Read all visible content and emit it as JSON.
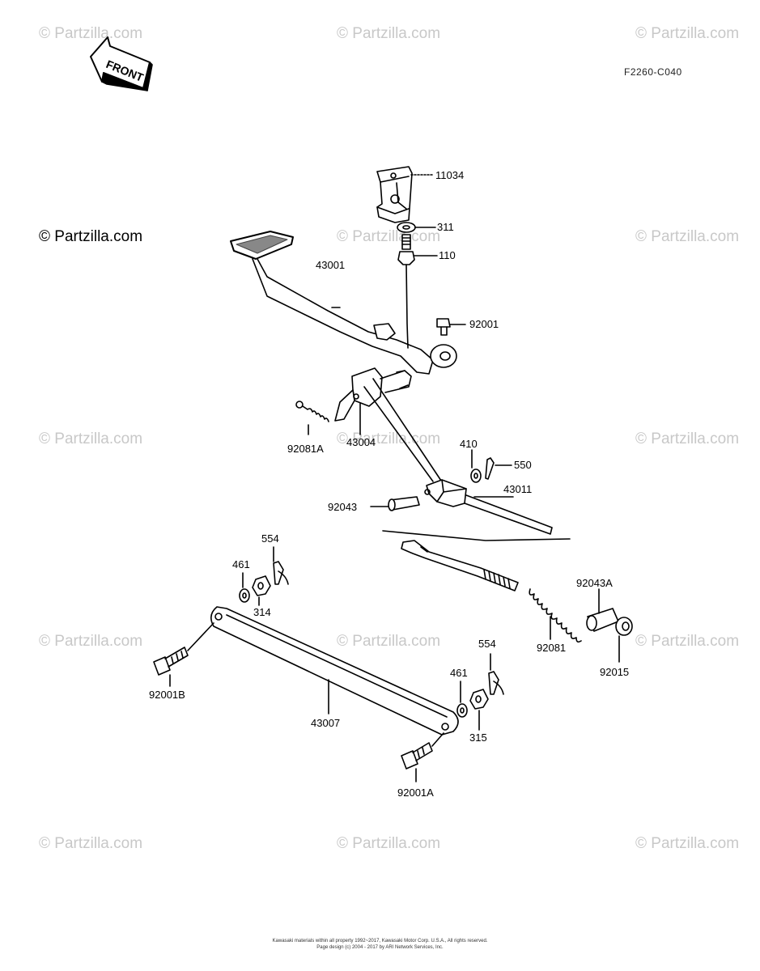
{
  "diagram_code": "F2260-C040",
  "front_label": "FRONT",
  "watermark": "© Partzilla.com",
  "watermark_main": "© Partzilla.com",
  "labels": {
    "p11034": "11034",
    "p311": "311",
    "p110": "110",
    "p43001": "43001",
    "p92001": "92001",
    "p92081A": "92081A",
    "p43004": "43004",
    "p410": "410",
    "p550": "550",
    "p43011": "43011",
    "p92043": "92043",
    "p554a": "554",
    "p461a": "461",
    "p314": "314",
    "p92043A": "92043A",
    "p92081": "92081",
    "p92015": "92015",
    "p554b": "554",
    "p461b": "461",
    "p315": "315",
    "p92001B": "92001B",
    "p43007": "43007",
    "p92001A": "92001A"
  },
  "footer": {
    "line1": "Kawasaki materials within all property 1992~2017, Kawasaki Motor Corp. U.S.A., All rights reserved.",
    "line2": "Page design (c) 2004 - 2017 by ARI Network Services, Inc."
  }
}
